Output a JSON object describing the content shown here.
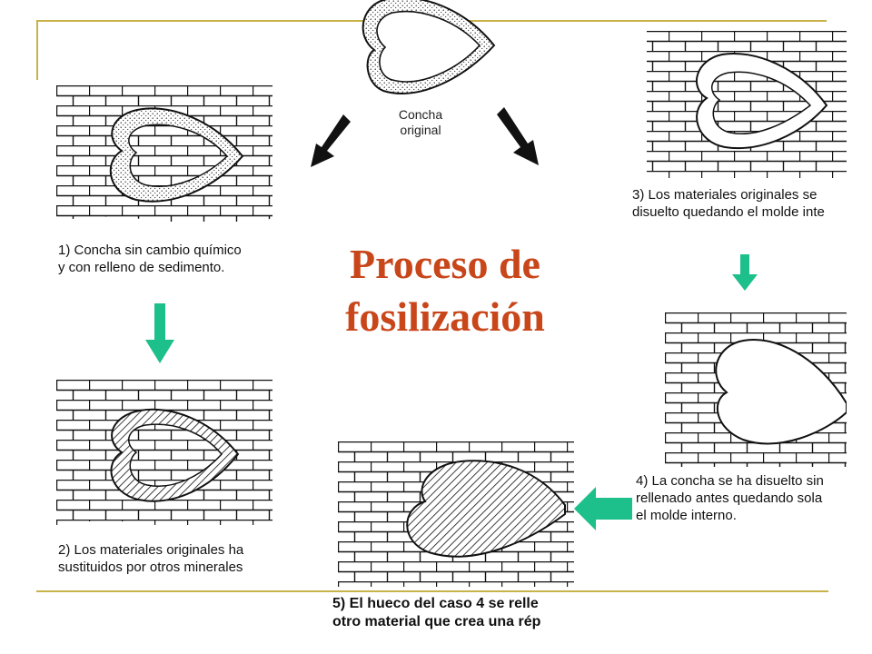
{
  "title": {
    "line1": "Proceso de",
    "line2": "fosilización"
  },
  "original": {
    "line1": "Concha",
    "line2": "original"
  },
  "steps": [
    {
      "line1": "1) Concha sin cambio químico",
      "line2": "y con relleno de sedimento."
    },
    {
      "line1": "2) Los materiales originales ha",
      "line2": "sustituidos por otros minerales"
    },
    {
      "line1": "3) Los materiales originales se",
      "line2": "disuelto quedando el molde inte"
    },
    {
      "line1": "4) La concha se ha disuelto sin",
      "line2": "rellenado antes quedando sola",
      "line3": "el molde interno."
    },
    {
      "line1": "5) El hueco del caso 4 se relle",
      "line2": "otro material que crea una rép"
    }
  ],
  "colors": {
    "title": "#c8461a",
    "frame": "#c8b24a",
    "arrow_green": "#1dbf8a",
    "arrow_black": "#111111"
  }
}
